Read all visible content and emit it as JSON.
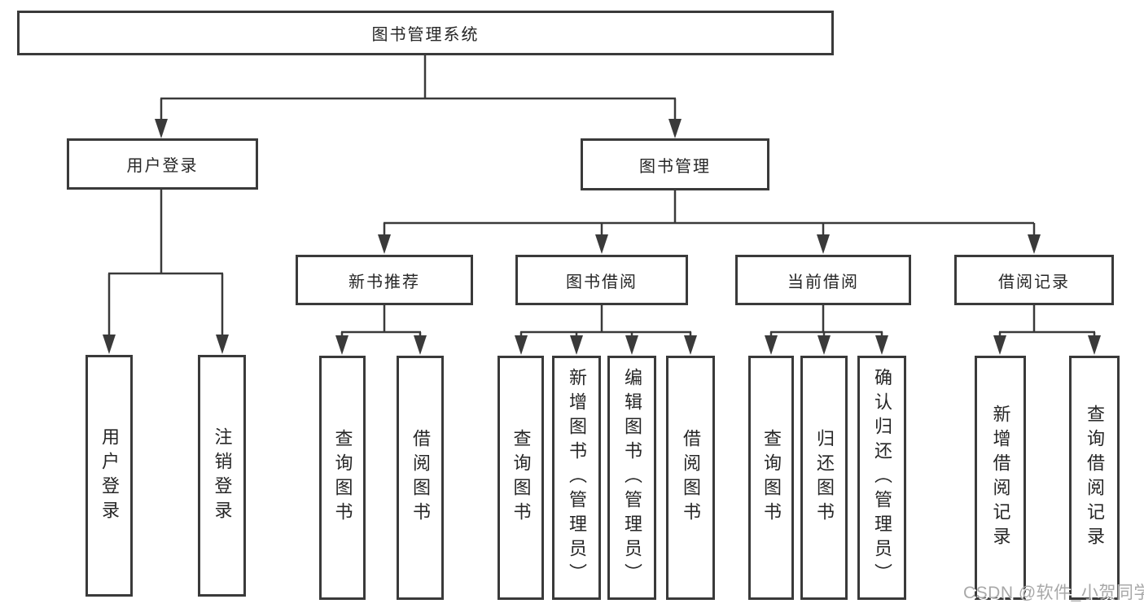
{
  "diagram": {
    "root": "图书管理系统",
    "level1": [
      "用户登录",
      "图书管理"
    ],
    "level2": [
      "新书推荐",
      "图书借阅",
      "当前借阅",
      "借阅记录"
    ],
    "leaves": {
      "user_login": [
        "用户登录",
        "注销登录"
      ],
      "new_books": [
        "查询图书",
        "借阅图书"
      ],
      "book_borrow": [
        "查询图书",
        "新增图书（管理员）",
        "编辑图书（管理员）",
        "借阅图书"
      ],
      "current_borrow": [
        "查询图书",
        "归还图书",
        "确认归还（管理员）"
      ],
      "borrow_records": [
        "新增借阅记录",
        "查询借阅记录"
      ]
    }
  },
  "watermark": {
    "text": "CSDN @软件_小贺同学"
  },
  "colors": {
    "line": "#3a3a3a",
    "text": "#262626",
    "watermark": "#a8a8a8",
    "background": "#ffffff"
  }
}
